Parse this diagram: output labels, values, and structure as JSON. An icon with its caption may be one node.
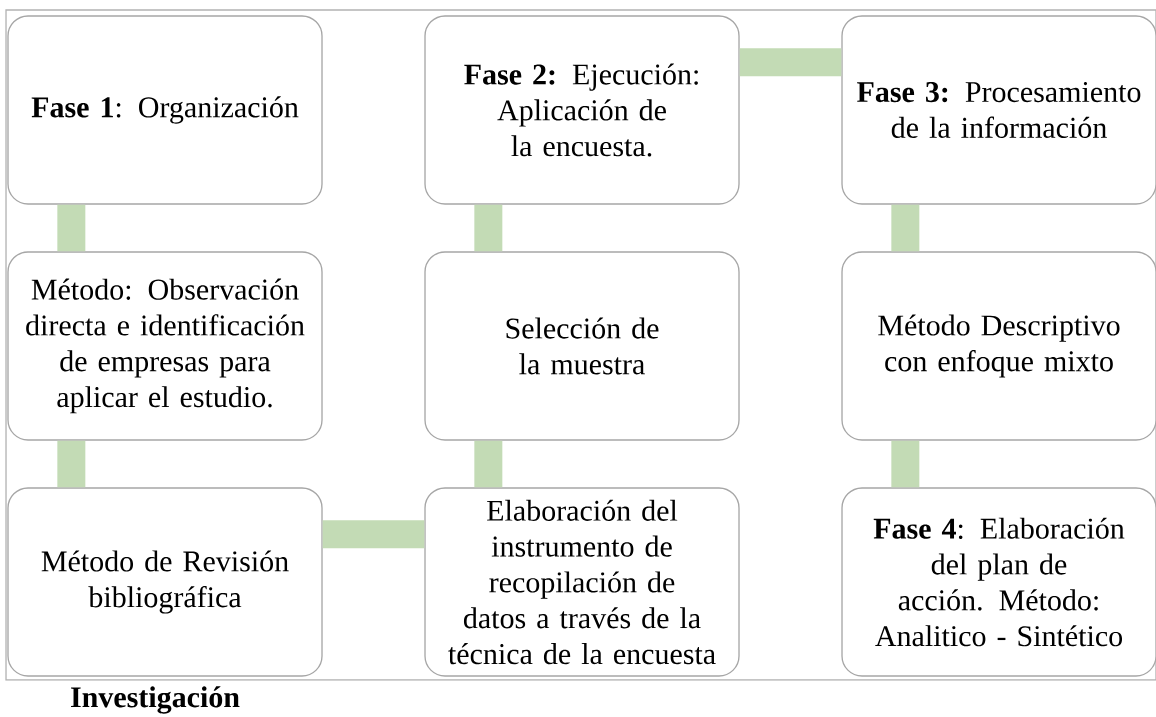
{
  "diagram": {
    "nodes": [
      {
        "text": [
          "**Fase 1**: Organización"
        ]
      },
      {
        "text": [
          "Método: Observación directa e identificación de empresas para aplicar el estudio."
        ]
      },
      {
        "text": [
          "Método de Revisión bibliográfica"
        ]
      },
      {
        "text": [
          "Elaboración del instrumento de recopilación de datos a través de la técnica de la encuesta"
        ]
      },
      {
        "text": [
          "Selección de la muestra"
        ]
      },
      {
        "text": [
          "**Fase 2:** Ejecución: Aplicación de la encuesta."
        ]
      },
      {
        "text": [
          "**Fase 3:** Procesamiento de la información"
        ]
      },
      {
        "text": [
          "Método Descriptivo con enfoque mixto"
        ]
      },
      {
        "text": [
          "**Fase 4**: Elaboración del plan de acción. Método: Analitico - Sintético"
        ]
      }
    ],
    "edges": [
      {
        "from": 0,
        "to": 1,
        "arrow": "none"
      },
      {
        "from": 1,
        "to": 2,
        "arrow": "none"
      },
      {
        "from": 2,
        "to": 3,
        "arrow": "none"
      },
      {
        "from": 3,
        "to": 4,
        "arrow": "none"
      },
      {
        "from": 4,
        "to": 5,
        "arrow": "none"
      },
      {
        "from": 5,
        "to": 6,
        "arrow": "none"
      },
      {
        "from": 6,
        "to": 7,
        "arrow": "none"
      },
      {
        "from": 7,
        "to": 8,
        "arrow": "none"
      }
    ],
    "labels": [
      "Investigación"
    ]
  }
}
